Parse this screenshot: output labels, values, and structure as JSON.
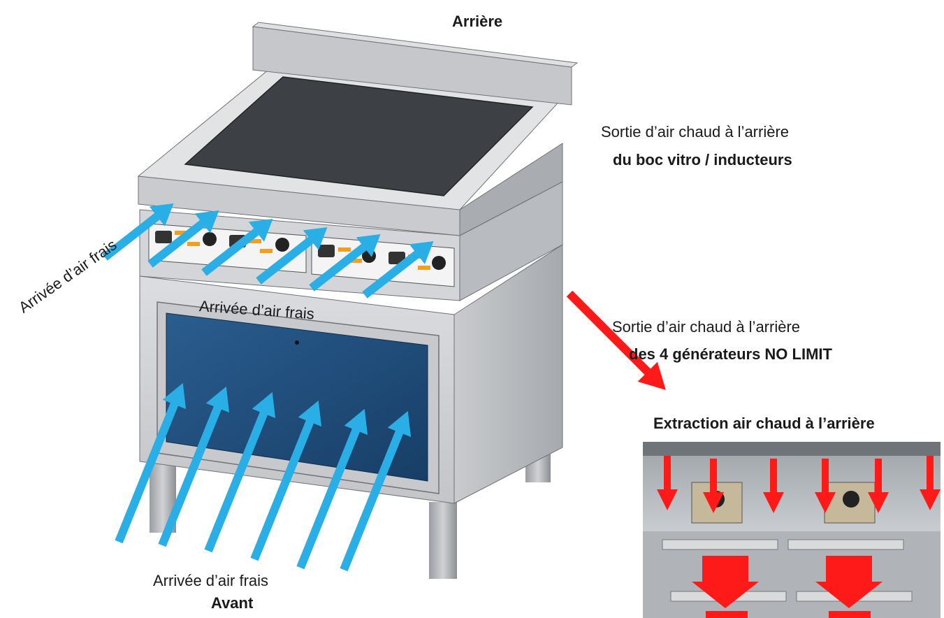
{
  "labels": {
    "back": "Arrière",
    "front_fresh_air": "Arrivée d’air frais",
    "front": "Avant",
    "fresh_air_side": "Arrivée d’air frais",
    "fresh_air_middle": "Arrivée d’air frais",
    "hot_air_top_line1": "Sortie d’air chaud  à l’arrière",
    "hot_air_top_line2": "du boc vitro / inducteurs",
    "hot_air_gen_line1": "Sortie d’air chaud  à l’arrière",
    "hot_air_gen_line2": "des 4 générateurs NO LIMIT",
    "extraction_title": "Extraction air chaud à l’arrière"
  },
  "colors": {
    "fresh_air_arrow": "#29aee6",
    "hot_air_arrow": "#ff1a1a",
    "steel_light": "#d9dadc",
    "steel_mid": "#b9bbbe",
    "steel_dark": "#8d9094",
    "glass_top": "#3d4146",
    "door_panel": "#1f4e7d",
    "control_panel": "#f2f2f2",
    "knob_orange": "#f0a020"
  }
}
